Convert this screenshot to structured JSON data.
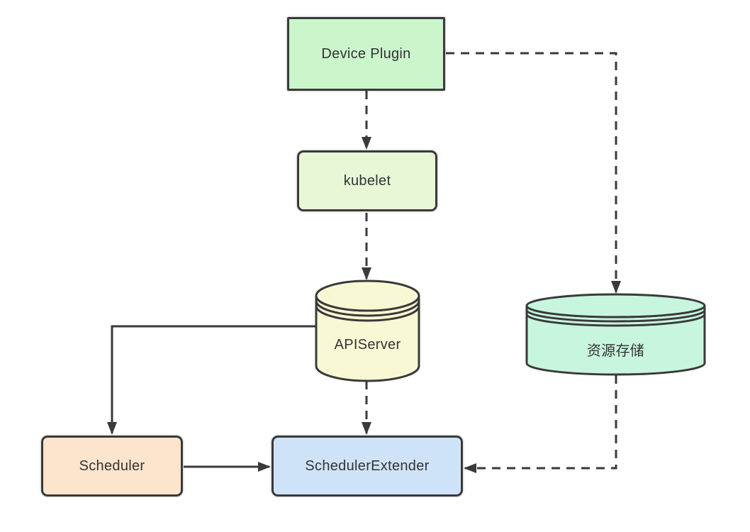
{
  "diagram": {
    "nodes": {
      "device_plugin": {
        "label": "Device Plugin",
        "shape": "rectangle",
        "fill": "#cbf5cb"
      },
      "kubelet": {
        "label": "kubelet",
        "shape": "rounded-rectangle",
        "fill": "#e8f8d6"
      },
      "apiserver": {
        "label": "APIServer",
        "shape": "cylinder",
        "fill": "#f8f9d4"
      },
      "resource_store": {
        "label": "资源存储",
        "shape": "cylinder",
        "fill": "#c8f5de"
      },
      "scheduler": {
        "label": "Scheduler",
        "shape": "rounded-rectangle",
        "fill": "#fce5cc"
      },
      "scheduler_extender": {
        "label": "SchedulerExtender",
        "shape": "rounded-rectangle",
        "fill": "#cfe3f8"
      }
    },
    "edges": [
      {
        "from": "device_plugin",
        "to": "kubelet",
        "line": "dashed",
        "route": "down"
      },
      {
        "from": "device_plugin",
        "to": "resource_store",
        "line": "dashed",
        "route": "right-then-down"
      },
      {
        "from": "kubelet",
        "to": "apiserver",
        "line": "dashed",
        "route": "down"
      },
      {
        "from": "apiserver",
        "to": "scheduler",
        "line": "solid",
        "route": "left-then-down"
      },
      {
        "from": "apiserver",
        "to": "scheduler_extender",
        "line": "dashed",
        "route": "down"
      },
      {
        "from": "scheduler",
        "to": "scheduler_extender",
        "line": "solid",
        "route": "right"
      },
      {
        "from": "resource_store",
        "to": "scheduler_extender",
        "line": "dashed",
        "route": "down-then-left"
      }
    ],
    "colors": {
      "stroke": "#3a3a3a",
      "text": "#333333",
      "background": "#ffffff"
    }
  }
}
